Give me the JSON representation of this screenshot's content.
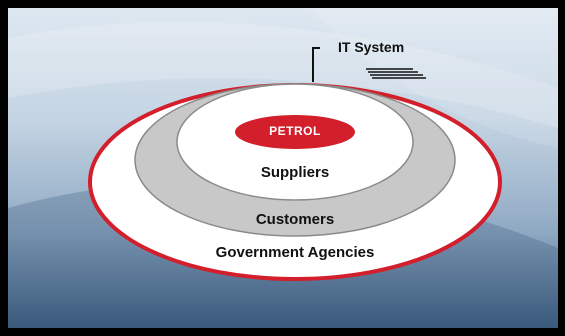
{
  "diagram": {
    "callout_label": "IT System",
    "brand_label": "PETROL",
    "rings": [
      {
        "label": "Suppliers",
        "fill": "#ffffff"
      },
      {
        "label": "Customers",
        "fill": "#c8c8c8"
      },
      {
        "label": "Government Agencies",
        "fill": "#ffffff"
      }
    ],
    "colors": {
      "outer_border": "#d21f2b",
      "brand_fill": "#d21f2b",
      "ring_border": "#8a8a8a"
    }
  }
}
